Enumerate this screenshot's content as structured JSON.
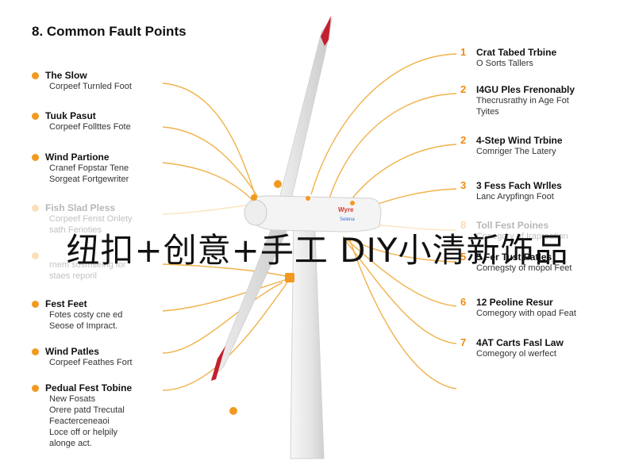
{
  "title": "8. Common Fault Points",
  "overlay_text": "纽扣+创意+手工 DIY小清新饰品",
  "hub_label": "Wyre",
  "hub_sublabel": "Selena",
  "colors": {
    "accent": "#f29a1f",
    "leader": "#f0b24a",
    "tower": "#ececec",
    "blade": "#dcdcdc",
    "blade_tip": "#c3202f"
  },
  "left_items": [
    {
      "label": "The Slow",
      "desc": [
        "Corpeef Turnled Foot"
      ]
    },
    {
      "label": "Tuuk Pasut",
      "desc": [
        "Corpeef Follttes Fote"
      ]
    },
    {
      "label": "Wind Partione",
      "desc": [
        "Cranef Fopstar Tene",
        "Sorgeat Fortgewriter"
      ]
    },
    {
      "label": "Fish Slad Pless",
      "desc": [
        "Corpeef Fenst Onlety",
        "sath Ferioties"
      ],
      "faded": true
    },
    {
      "label": "",
      "desc": [
        "rnem sosmseing for",
        "staes reporil"
      ],
      "faded": true
    },
    {
      "label": "Fest Feet",
      "desc": [
        "Fotes costy cne ed",
        "Seose of Impract."
      ]
    },
    {
      "label": "Wind Patles",
      "desc": [
        "Corpeef Feathes Fort"
      ]
    },
    {
      "label": "Pedual Fest Tobine",
      "desc": [
        "New Fosats",
        "Orere patd Trecutal",
        "Feacterceneaoi",
        "Loce off or helpily",
        "alonge act."
      ]
    }
  ],
  "right_items": [
    {
      "num": "1",
      "label": "Crat Tabed Trbine",
      "desc": [
        "O Sorts Tallers"
      ]
    },
    {
      "num": "2",
      "label": "I4GU Ples Frenonably",
      "desc": [
        "Thecrusrathy in Age Fot",
        "Tyites"
      ]
    },
    {
      "num": "2",
      "label": "4-Step Wind Trbine",
      "desc": [
        "Comriger The Latery"
      ]
    },
    {
      "num": "3",
      "label": "3 Fess Fach Wrlles",
      "desc": [
        "Lanc Arypfingn Foot"
      ]
    },
    {
      "num": "8",
      "label": "Toll Fest Poines",
      "desc": [
        "",
        "Conegory of Irapreation"
      ],
      "faded": true
    },
    {
      "num": "5",
      "label": "5 Fer Tust Patles",
      "desc": [
        "Cornegsty of mopol Feet"
      ]
    },
    {
      "num": "6",
      "label": "12 Peoline Resur",
      "desc": [
        "Comegory with opad Feat"
      ]
    },
    {
      "num": "7",
      "label": "4AT Carts Fasl Law",
      "desc": [
        "Comegory ol werfect"
      ]
    }
  ]
}
